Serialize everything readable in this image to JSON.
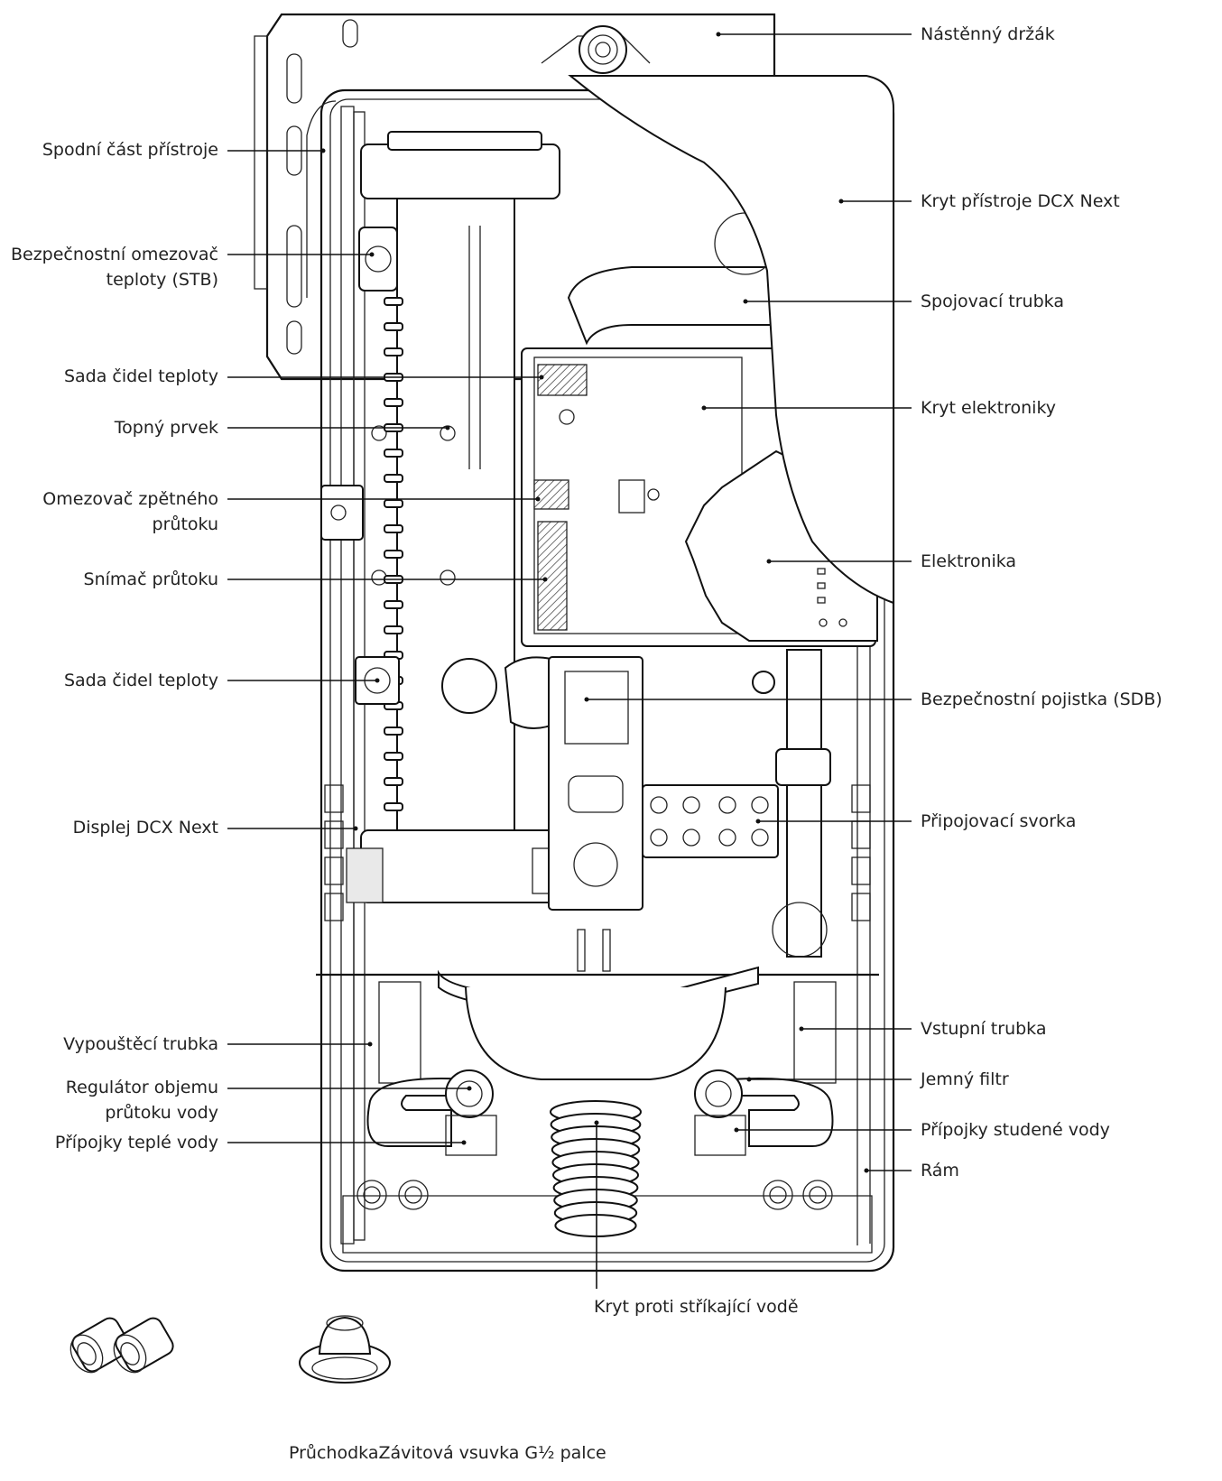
{
  "labels": {
    "wall_bracket": "Nástěnný držák",
    "bottom_part": "Spodní část přístroje",
    "device_cover": "Kryt přístroje DCX Next",
    "stb_line1": "Bezpečnostní omezovač",
    "stb_line2": "teploty (STB)",
    "connecting_pipe": "Spojovací trubka",
    "temp_sensor_set_1": "Sada čidel teploty",
    "electronics_cover": "Kryt elektroniky",
    "heating_element": "Topný prvek",
    "backflow_line1": "Omezovač zpětného",
    "backflow_line2": "průtoku",
    "electronics": "Elektronika",
    "flow_sensor": "Snímač průtoku",
    "temp_sensor_set_2": "Sada čidel teploty",
    "sdb": "Bezpečnostní pojistka (SDB)",
    "display": "Displej DCX Next",
    "terminal": "Připojovací svorka",
    "drain_pipe": "Vypouštěcí trubka",
    "inlet_pipe": "Vstupní trubka",
    "flow_regulator_line1": "Regulátor objemu",
    "flow_regulator_line2": "průtoku vody",
    "fine_filter": "Jemný filtr",
    "hot_water_conn": "Přípojky teplé vody",
    "cold_water_conn": "Přípojky studené vody",
    "frame": "Rám",
    "splash_cover": "Kryt proti stříkající vodě",
    "accessories_caption": "PrůchodkaZávitová vsuvka G½ palce"
  }
}
